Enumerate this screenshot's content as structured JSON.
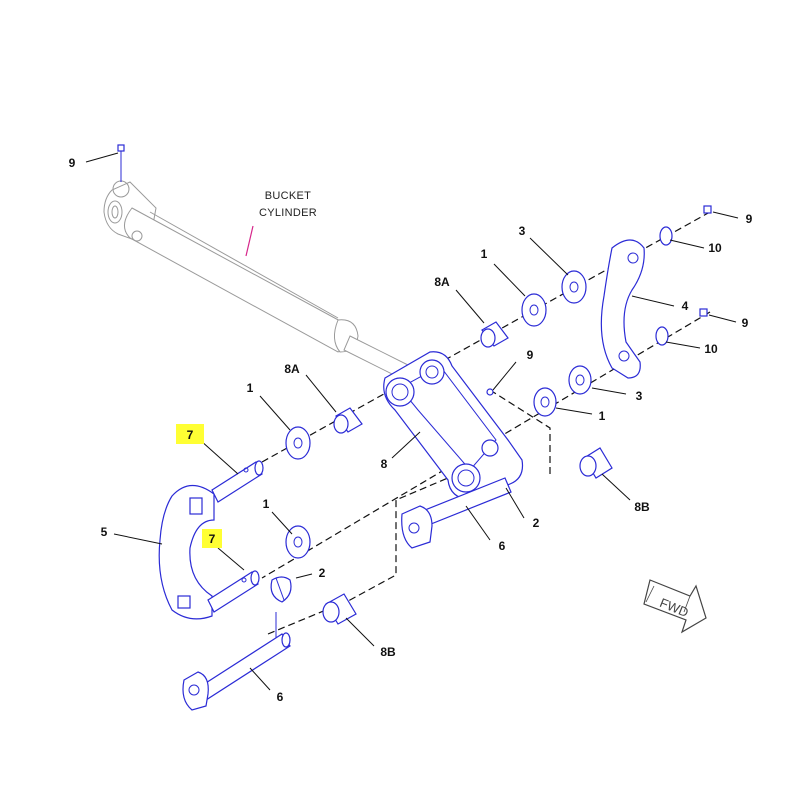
{
  "cylinder_label": {
    "line1": "BUCKET",
    "line2": "CYLINDER"
  },
  "direction_label": "FWD",
  "callouts": {
    "c9_top_left": "9",
    "c9_top_right": "9",
    "c10_top": "10",
    "c3_upper": "3",
    "c1_upper": "1",
    "c8a_upper": "8A",
    "c4": "4",
    "c9_mid_right": "9",
    "c10_mid": "10",
    "c9_center": "9",
    "c8a_lower": "8A",
    "c1_left": "1",
    "c3_right": "3",
    "c1_right": "1",
    "c7_upper": "7",
    "c8": "8",
    "c8b_right": "8B",
    "c5": "5",
    "c1_lower": "1",
    "c7_lower": "7",
    "c2_right": "2",
    "c6_right": "6",
    "c2_lower": "2",
    "c8b_lower": "8B",
    "c6_lower": "6"
  },
  "colors": {
    "part": "#2b2bd6",
    "cylinder": "#9a9a9a",
    "highlight": "#ffff33",
    "cylinder_leader": "#d6268a"
  }
}
